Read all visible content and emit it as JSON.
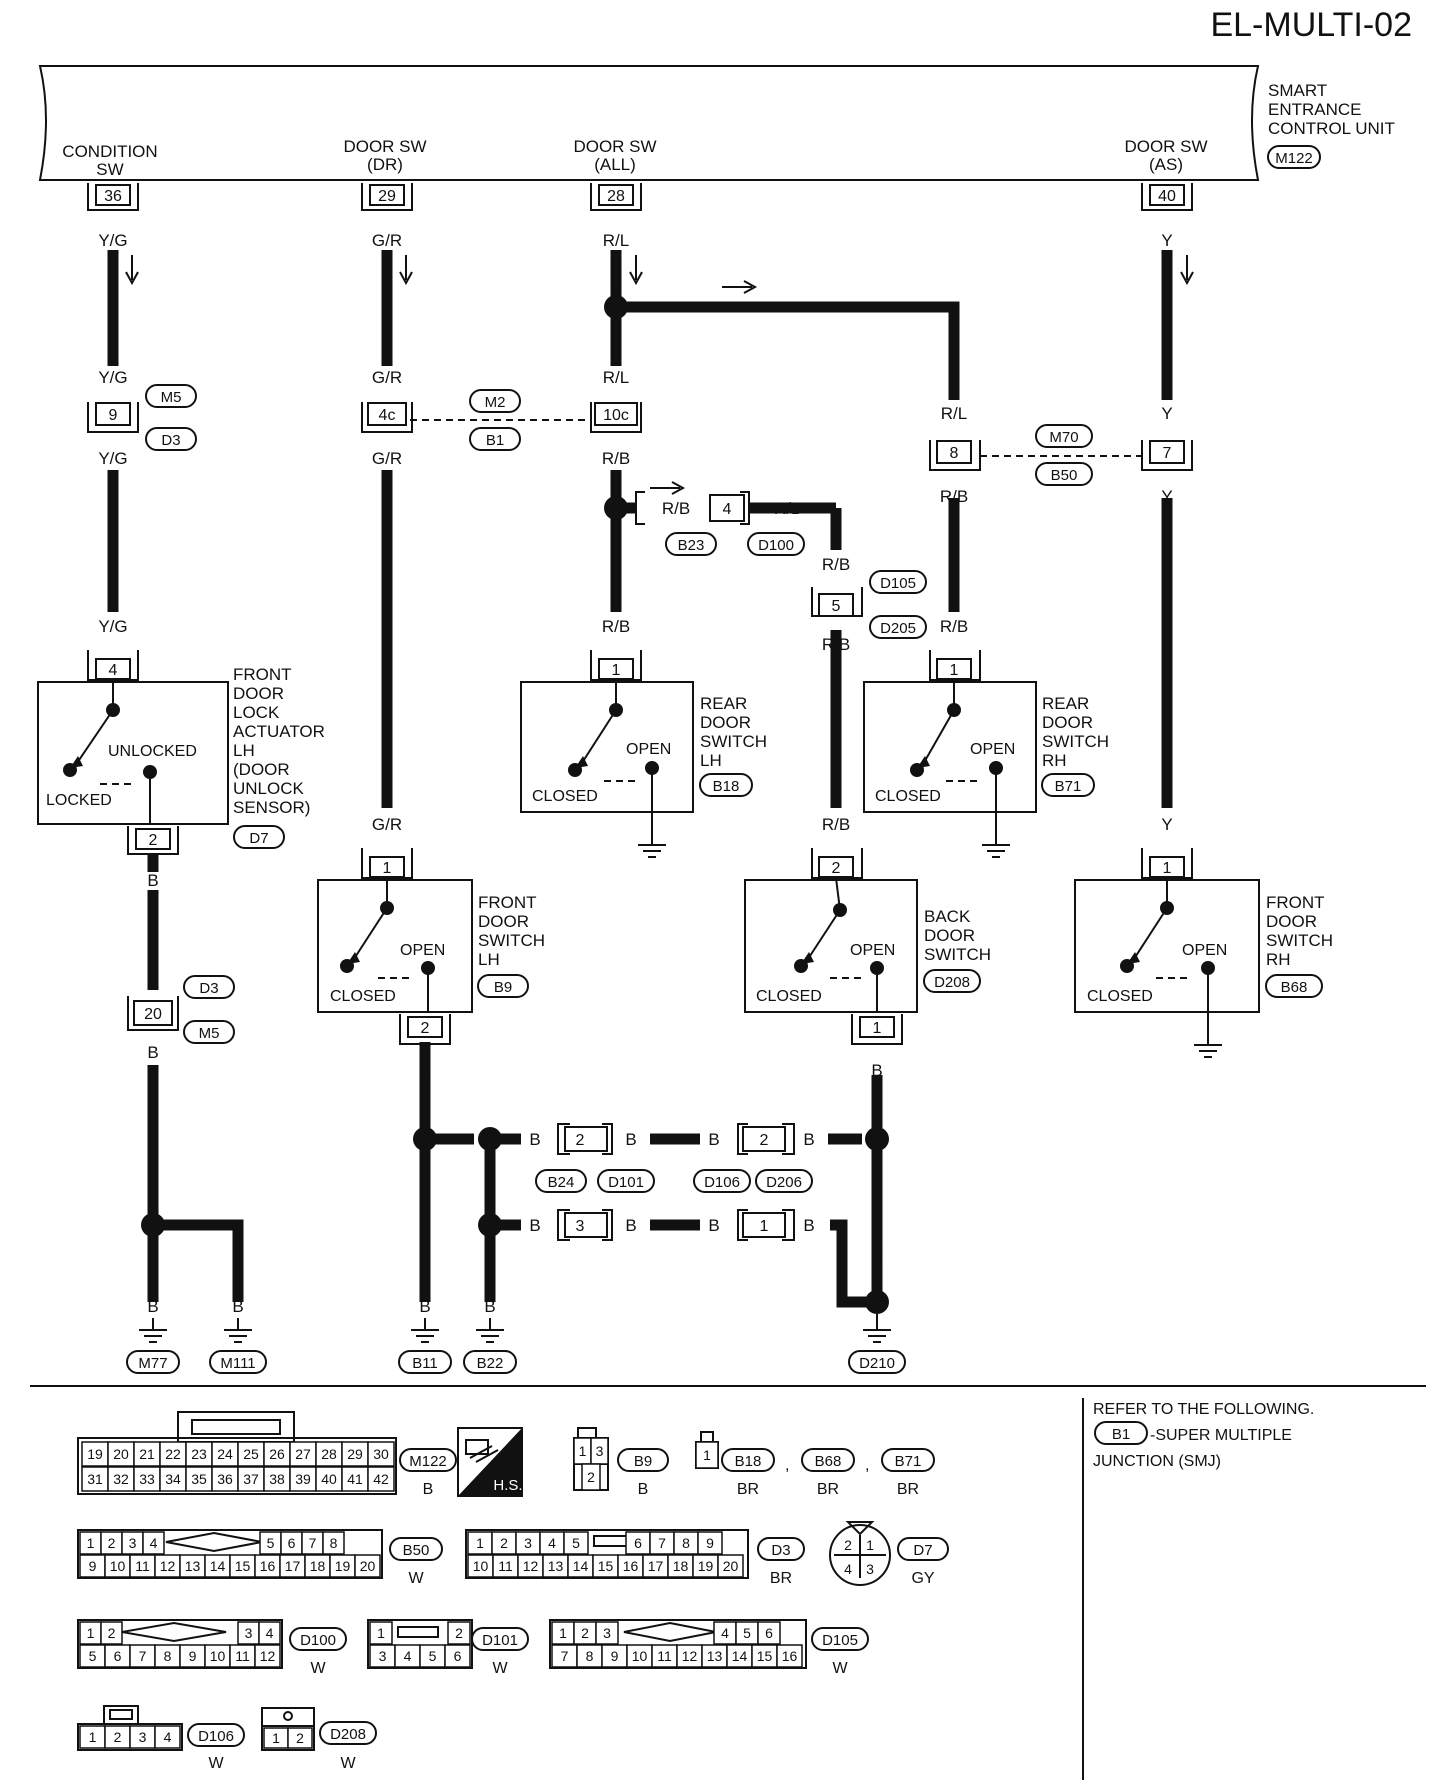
{
  "page_code": "EL-MULTI-02",
  "unit": {
    "title_lines": [
      "SMART",
      "ENTRANCE",
      "CONTROL UNIT"
    ],
    "connector": "M122",
    "terminals": [
      {
        "name_lines": [
          "CONDITION",
          "SW"
        ],
        "pin": "36",
        "wire": "Y/G"
      },
      {
        "name_lines": [
          "DOOR SW",
          "(DR)"
        ],
        "pin": "29",
        "wire": "G/R"
      },
      {
        "name_lines": [
          "DOOR SW",
          "(ALL)"
        ],
        "pin": "28",
        "wire": "R/L"
      },
      {
        "name_lines": [
          "DOOR SW",
          "(AS)"
        ],
        "pin": "40",
        "wire": "Y"
      }
    ]
  },
  "wire_colors": {
    "yg": "Y/G",
    "gr": "G/R",
    "rl": "R/L",
    "rb": "R/B",
    "y": "Y",
    "b": "B"
  },
  "inline_connectors": {
    "c9": {
      "pin": "9",
      "tags": [
        "M5",
        "D3"
      ]
    },
    "c4c": {
      "pin": "4c",
      "tags": [
        "M2",
        "B1"
      ]
    },
    "c10c": {
      "pin": "10c"
    },
    "c4": {
      "pin": "4",
      "tags": [
        "B23",
        "D100"
      ]
    },
    "c5": {
      "pin": "5",
      "tags": [
        "D105",
        "D205"
      ]
    },
    "c8": {
      "pin": "8",
      "tags": [
        "M70",
        "B50"
      ]
    },
    "c7": {
      "pin": "7"
    },
    "c20": {
      "pin": "20",
      "tags": [
        "D3",
        "M5"
      ]
    },
    "g2a": {
      "pin": "2",
      "tags": [
        "B24",
        "D101"
      ]
    },
    "g2b": {
      "pin": "2",
      "tags": [
        "D106",
        "D206"
      ]
    },
    "g3": {
      "pin": "3"
    },
    "g1": {
      "pin": "1"
    }
  },
  "components": {
    "actuator": {
      "pins": [
        "4",
        "2"
      ],
      "states": [
        "UNLOCKED",
        "LOCKED"
      ],
      "name_lines": [
        "FRONT",
        "DOOR",
        "LOCK",
        "ACTUATOR",
        "LH",
        "(DOOR",
        "UNLOCK",
        "SENSOR)"
      ],
      "connector": "D7"
    },
    "rear_lh": {
      "pins": [
        "1"
      ],
      "states": [
        "OPEN",
        "CLOSED"
      ],
      "name_lines": [
        "REAR",
        "DOOR",
        "SWITCH",
        "LH"
      ],
      "connector": "B18"
    },
    "rear_rh": {
      "pins": [
        "1"
      ],
      "states": [
        "OPEN",
        "CLOSED"
      ],
      "name_lines": [
        "REAR",
        "DOOR",
        "SWITCH",
        "RH"
      ],
      "connector": "B71"
    },
    "front_lh": {
      "pins": [
        "1",
        "2"
      ],
      "states": [
        "OPEN",
        "CLOSED"
      ],
      "name_lines": [
        "FRONT",
        "DOOR",
        "SWITCH",
        "LH"
      ],
      "connector": "B9"
    },
    "back": {
      "pins": [
        "2",
        "1"
      ],
      "states": [
        "OPEN",
        "CLOSED"
      ],
      "name_lines": [
        "BACK",
        "DOOR",
        "SWITCH"
      ],
      "connector": "D208"
    },
    "front_rh": {
      "pins": [
        "1"
      ],
      "states": [
        "OPEN",
        "CLOSED"
      ],
      "name_lines": [
        "FRONT",
        "DOOR",
        "SWITCH",
        "RH"
      ],
      "connector": "B68"
    }
  },
  "grounds": [
    "M77",
    "M111",
    "B11",
    "B22",
    "D210"
  ],
  "refer": {
    "heading": "REFER TO THE FOLLOWING.",
    "tag": "B1",
    "line1": "-SUPER MULTIPLE",
    "line2": "JUNCTION (SMJ)"
  },
  "hs_label": "H.S.",
  "connector_views": [
    {
      "name": "M122",
      "color": "B",
      "rows": [
        [
          "19",
          "20",
          "21",
          "22",
          "23",
          "24",
          "25",
          "26",
          "27",
          "28",
          "29",
          "30"
        ],
        [
          "31",
          "32",
          "33",
          "34",
          "35",
          "36",
          "37",
          "38",
          "39",
          "40",
          "41",
          "42"
        ]
      ]
    },
    {
      "name": "B9",
      "color": "B",
      "rows": [
        [
          "1",
          "3"
        ],
        [
          "2"
        ]
      ]
    },
    {
      "name": "B18",
      "color": "BR",
      "rows": [
        [
          "1"
        ]
      ]
    },
    {
      "name": "B68",
      "color": "BR"
    },
    {
      "name": "B71",
      "color": "BR"
    },
    {
      "name": "B50",
      "color": "W",
      "rows": [
        [
          "1",
          "2",
          "3",
          "4",
          "5",
          "6",
          "7",
          "8"
        ],
        [
          "9",
          "10",
          "11",
          "12",
          "13",
          "14",
          "15",
          "16",
          "17",
          "18",
          "19",
          "20"
        ]
      ]
    },
    {
      "name": "D3",
      "color": "BR",
      "rows": [
        [
          "1",
          "2",
          "3",
          "4",
          "5",
          "6",
          "7",
          "8",
          "9"
        ],
        [
          "10",
          "11",
          "12",
          "13",
          "14",
          "15",
          "16",
          "17",
          "18",
          "19",
          "20"
        ]
      ]
    },
    {
      "name": "D7",
      "color": "GY",
      "rows": [
        [
          "2",
          "1"
        ],
        [
          "4",
          "3"
        ]
      ]
    },
    {
      "name": "D100",
      "color": "W",
      "rows": [
        [
          "1",
          "2",
          "3",
          "4"
        ],
        [
          "5",
          "6",
          "7",
          "8",
          "9",
          "10",
          "11",
          "12"
        ]
      ]
    },
    {
      "name": "D101",
      "color": "W",
      "rows": [
        [
          "1",
          "2"
        ],
        [
          "3",
          "4",
          "5",
          "6"
        ]
      ]
    },
    {
      "name": "D105",
      "color": "W",
      "rows": [
        [
          "1",
          "2",
          "3",
          "4",
          "5",
          "6"
        ],
        [
          "7",
          "8",
          "9",
          "10",
          "11",
          "12",
          "13",
          "14",
          "15",
          "16"
        ]
      ]
    },
    {
      "name": "D106",
      "color": "W",
      "rows": [
        [
          "1",
          "2",
          "3",
          "4"
        ]
      ]
    },
    {
      "name": "D208",
      "color": "W",
      "rows": [
        [
          "1",
          "2"
        ]
      ]
    }
  ]
}
